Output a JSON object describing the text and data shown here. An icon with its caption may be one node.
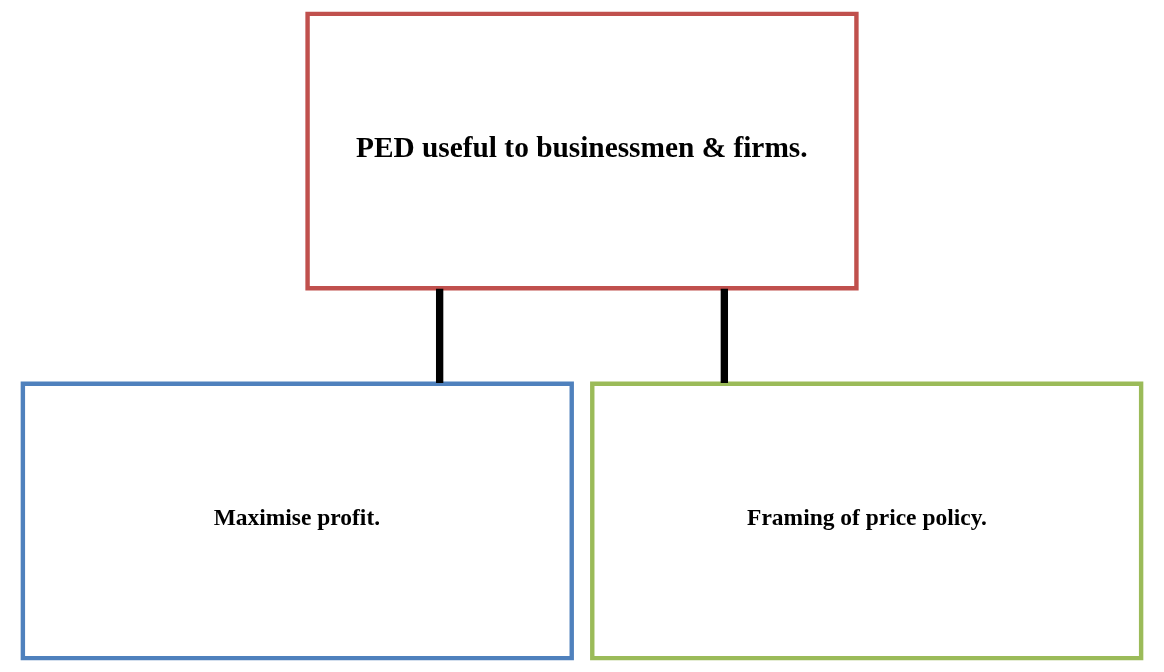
{
  "diagram": {
    "nodes": [
      {
        "text": [
          "PED useful to businessmen & firms."
        ]
      },
      {
        "text": [
          "Maximise profit."
        ]
      },
      {
        "text": [
          "Framing of price policy."
        ]
      }
    ],
    "edges": [
      {
        "from": 0,
        "to": 1,
        "arrow": "none"
      },
      {
        "from": 0,
        "to": 2,
        "arrow": "none"
      }
    ]
  }
}
